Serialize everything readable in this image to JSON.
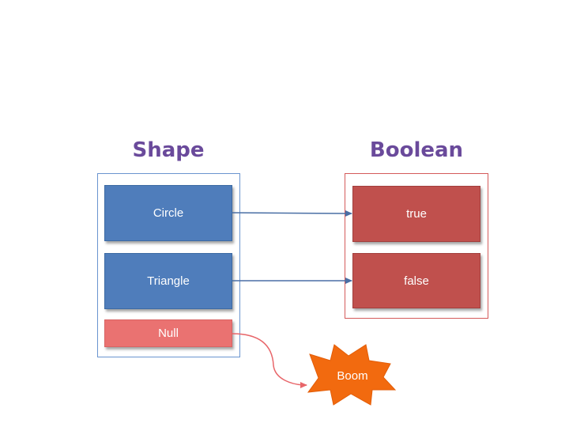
{
  "headings": {
    "left": "Shape",
    "right": "Boolean"
  },
  "shape_items": {
    "circle": "Circle",
    "triangle": "Triangle",
    "null": "Null"
  },
  "boolean_items": {
    "true": "true",
    "false": "false"
  },
  "boom": {
    "label": "Boom"
  },
  "colors": {
    "heading": "#6a4a9b",
    "shape_box": "#4f7dbb",
    "boolean_box": "#c0504d",
    "null_box": "#ea7271",
    "boom_star": "#f26a0f",
    "arrow": "#4a6fa5",
    "null_arrow": "#e8666a"
  }
}
